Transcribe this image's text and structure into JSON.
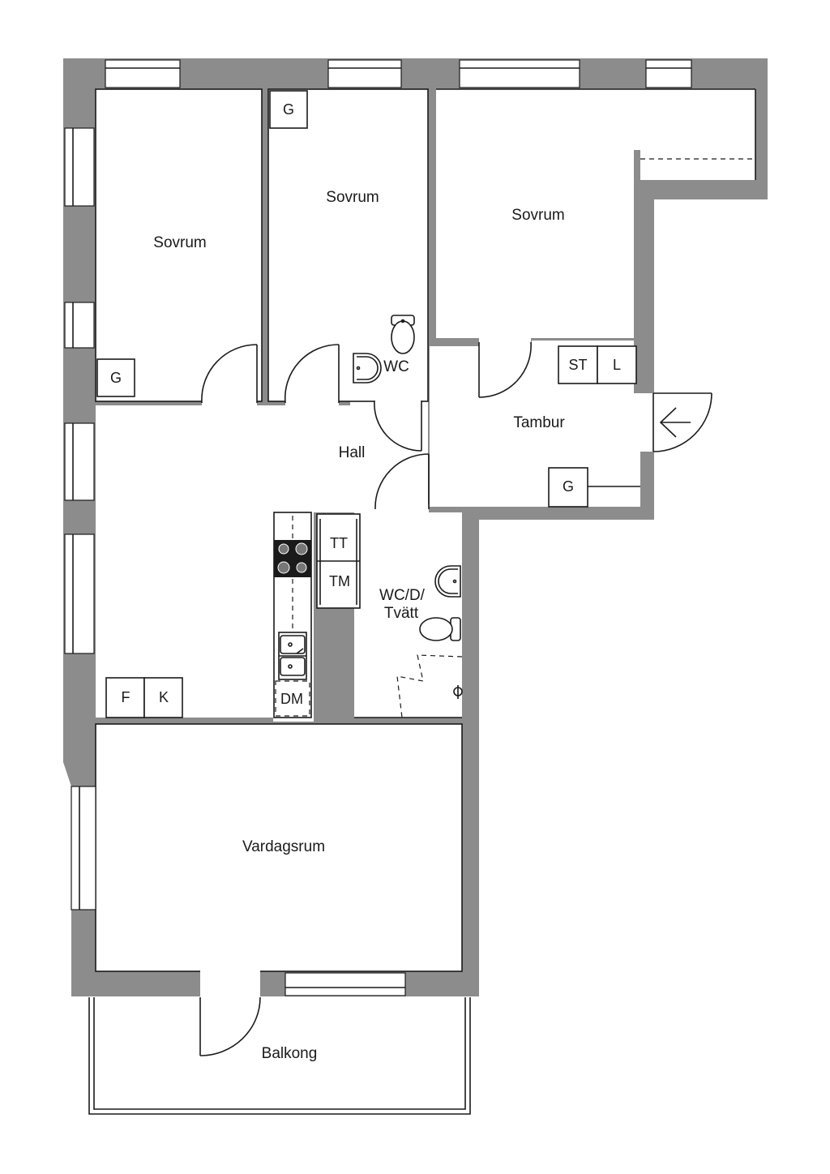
{
  "rooms": {
    "sovrum_left": "Sovrum",
    "sovrum_middle": "Sovrum",
    "sovrum_right": "Sovrum",
    "wc": "WC",
    "tambur": "Tambur",
    "hall": "Hall",
    "wc_d_tvatt_line1": "WC/D/",
    "wc_d_tvatt_line2": "Tvätt",
    "vardagsrum": "Vardagsrum",
    "balkong": "Balkong"
  },
  "fixtures": {
    "g_left": "G",
    "g_middle": "G",
    "g_tambur": "G",
    "st": "ST",
    "l": "L",
    "tt": "TT",
    "tm": "TM",
    "dm": "DM",
    "f": "F",
    "k": "K"
  },
  "colors": {
    "wall": "#8c8c8c",
    "line": "#1a1a1a",
    "floor": "#ffffff"
  }
}
